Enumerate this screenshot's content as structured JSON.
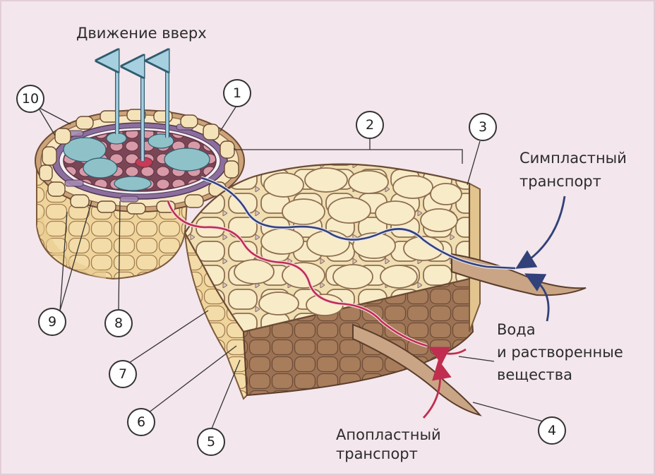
{
  "texts": {
    "upward_movement": "Движение вверх",
    "symplastic_line1": "Симпластный",
    "symplastic_line2": "транспорт",
    "water_line1": "Вода",
    "water_line2": "и растворенные",
    "water_line3": "вещества",
    "apoplastic_line1": "Апопластный",
    "apoplastic_line2": "транспорт"
  },
  "callouts": [
    "1",
    "2",
    "3",
    "4",
    "5",
    "6",
    "7",
    "8",
    "9",
    "10"
  ],
  "colors": {
    "background": "#f3e6ec",
    "symplast_path": "#33417a",
    "apoplast_path": "#c02d4f",
    "xylem_arrow": "#a6cfe0",
    "cortex_cell": "#f6e8c1",
    "epidermis": "#a47a58",
    "xylem": "#8fc1c8",
    "phloem": "#b45c72",
    "pericycle": "#8c6e9e"
  }
}
